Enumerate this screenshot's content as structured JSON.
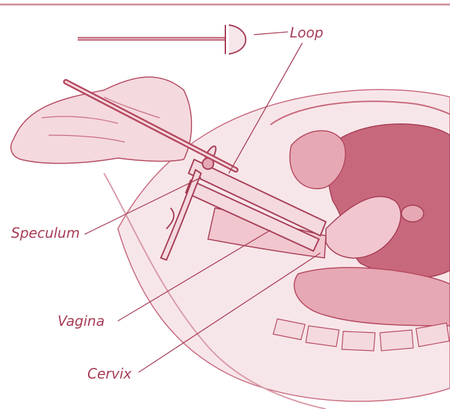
{
  "labels": {
    "loop": "Loop",
    "speculum": "Speculum",
    "vagina": "Vagina",
    "cervix": "Cervix"
  },
  "colors": {
    "ink": "#a63d55",
    "line": "#b5485f",
    "fill_light": "#f4d9de",
    "fill_mid": "#e6a8b4",
    "fill_dark": "#c8687c",
    "rule": "#d49aa5"
  }
}
